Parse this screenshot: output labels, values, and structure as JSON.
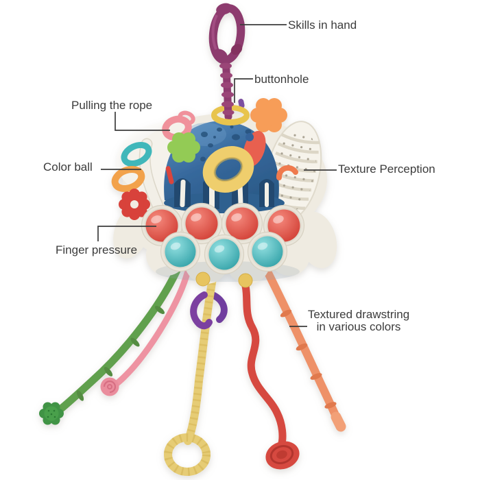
{
  "figure": {
    "background": "#ffffff",
    "label_color": "#3b3b3b"
  },
  "annotations": {
    "skills_in_hand": "Skills in hand",
    "buttonhole": "buttonhole",
    "pulling_the_rope": "Pulling the rope",
    "color_ball": "Color ball",
    "texture_perception": "Texture Perception",
    "finger_pressure": "Finger pressure",
    "textured_drawstring_line1": "Textured drawstring",
    "textured_drawstring_line2": "in various colors"
  },
  "colors": {
    "strap_purple": "#8d3a6e",
    "dome_blue": "#36689c",
    "body_cream": "#efebe1",
    "bubble_red": "#d23f33",
    "bubble_teal": "#2d9ea4",
    "donut_yellow": "#efce6d",
    "ring_pink": "#f0919b",
    "flower_green": "#93cb55",
    "flower_orange": "#f79d58",
    "ring_teal": "#3fb7ba",
    "ring_orange": "#f2a24b",
    "gear_red": "#d8423a",
    "string_green": "#61a04e",
    "string_pink": "#ee93a2",
    "string_yellow": "#e6cc74",
    "string_red": "#d6483f",
    "string_orange": "#ee9168",
    "clip_purple": "#7b3fa0",
    "leader_line": "#3b3b3b"
  }
}
